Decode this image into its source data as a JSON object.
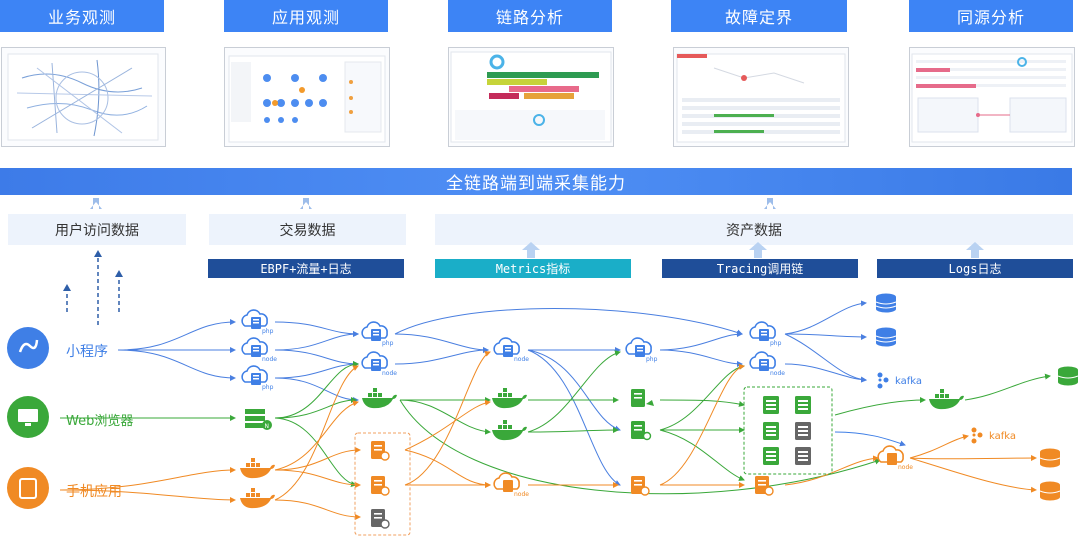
{
  "top_tabs": [
    "业务观测",
    "应用观测",
    "链路分析",
    "故障定界",
    "同源分析"
  ],
  "banner": "全链路端到端采集能力",
  "data_sources": {
    "user_access": "用户访问数据",
    "transaction": "交易数据",
    "assets": "资产数据"
  },
  "method_bars": {
    "ebpf": "EBPF+流量+日志",
    "metrics": "Metrics指标",
    "tracing": "Tracing调用链",
    "logs": "Logs日志"
  },
  "clients": {
    "mini_program": "小程序",
    "web_browser": "Web浏览器",
    "mobile_app": "手机应用"
  },
  "node_labels": {
    "php": "php",
    "node": "node",
    "kafka": "kafka",
    "n": "N"
  },
  "colors": {
    "tab": "#3d84f5",
    "banner": "#3f80ec",
    "source_box": "#edf3fc",
    "ebpf_bar": "#1f4e99",
    "metrics_bar": "#1aaec8",
    "tracing_bar": "#1f4e99",
    "logs_bar": "#1f4e99",
    "blue_flow": "#4a7fe0",
    "green_flow": "#3aa83a",
    "orange_flow": "#f08a24",
    "gray_node": "#666666"
  }
}
